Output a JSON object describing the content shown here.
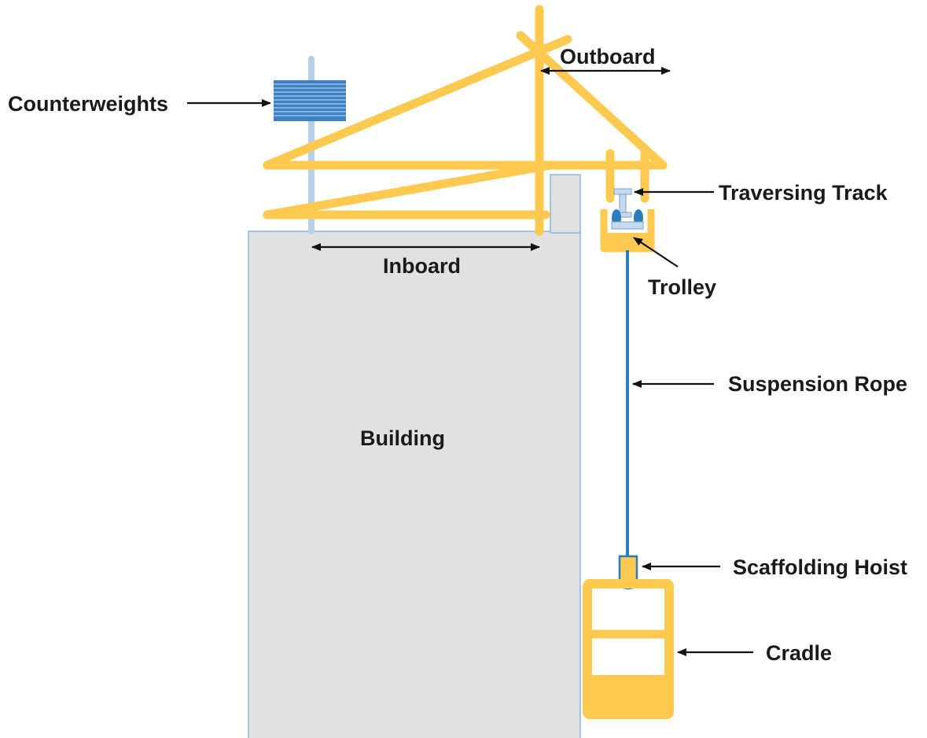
{
  "colors": {
    "beam": "#fdc94f",
    "building_fill": "#e1e1e1",
    "building_stroke": "#8fb4d8",
    "counterweight": "#3d82c4",
    "rope": "#2b7bbd",
    "pole": "#b8cfe8",
    "track": "#c6d9ee",
    "text": "#1a1a1a",
    "arrow": "#111111"
  },
  "labels": {
    "counterweights": "Counterweights",
    "outboard": "Outboard",
    "inboard": "Inboard",
    "traversing_track": "Traversing Track",
    "trolley": "Trolley",
    "suspension_rope": "Suspension Rope",
    "building": "Building",
    "scaffolding_hoist": "Scaffolding Hoist",
    "cradle": "Cradle"
  }
}
